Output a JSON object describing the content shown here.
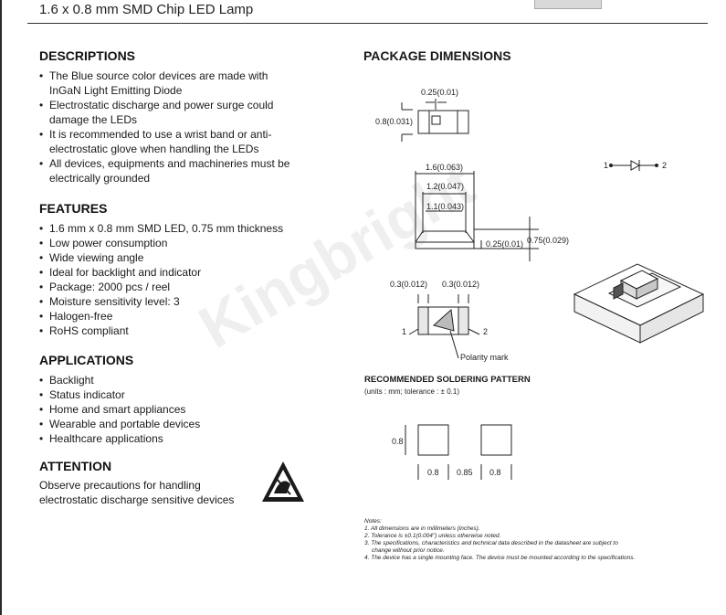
{
  "header": {
    "title": "1.6 x 0.8 mm SMD Chip LED Lamp"
  },
  "descriptions": {
    "heading": "DESCRIPTIONS",
    "items": [
      "The Blue source color devices are made with InGaN Light Emitting Diode",
      "Electrostatic discharge and power surge could damage the LEDs",
      "It is recommended to use a wrist band or anti-electrostatic glove when handling the LEDs",
      "All devices, equipments and machineries must be electrically grounded"
    ]
  },
  "features": {
    "heading": "FEATURES",
    "items": [
      "1.6 mm x 0.8 mm SMD LED, 0.75 mm thickness",
      "Low power consumption",
      "Wide viewing angle",
      "Ideal for backlight and indicator",
      "Package: 2000 pcs / reel",
      "Moisture sensitivity level: 3",
      "Halogen-free",
      "RoHS compliant"
    ]
  },
  "applications": {
    "heading": "APPLICATIONS",
    "items": [
      "Backlight",
      "Status indicator",
      "Home and smart appliances",
      "Wearable and portable devices",
      "Healthcare applications"
    ]
  },
  "attention": {
    "heading": "ATTENTION",
    "text": "Observe precautions for handling electrostatic discharge sensitive devices"
  },
  "package": {
    "heading": "PACKAGE DIMENSIONS",
    "labels": {
      "top_width": "0.25(0.01)",
      "top_height": "0.8(0.031)",
      "length": "1.6(0.063)",
      "lens_width": "1.2(0.047)",
      "lens_inner": "1.1(0.043)",
      "pad_height": "0.25(0.01)",
      "total_height": "0.75(0.029)",
      "pad_left": "0.3(0.012)",
      "pad_right": "0.3(0.012)",
      "pin1": "1",
      "pin2": "2",
      "polarity": "Polarity mark",
      "sym_pin1": "1",
      "sym_pin2": "2"
    }
  },
  "soldering": {
    "title": "RECOMMENDED SOLDERING PATTERN",
    "subtitle": "(units : mm; tolerance : ± 0.1)",
    "dims": {
      "height": "0.8",
      "pad_a": "0.8",
      "gap": "0.85",
      "pad_b": "0.8"
    }
  },
  "notes": {
    "heading": "Notes:",
    "lines": [
      "1. All dimensions are in millimeters (inches).",
      "2. Tolerance is ±0.1(0.004\") unless otherwise noted.",
      "3. The specifications, characteristics and technical data described in the datasheet are subject to",
      "change without prior notice.",
      "4. The device has a single mounting face. The device must be mounted according to the specifications."
    ]
  },
  "watermark": "Kingbright",
  "icons": {
    "esd": "esd-warning-icon",
    "diode": "diode-symbol-icon"
  },
  "colors": {
    "text": "#1a1a1a",
    "rule": "#333333"
  }
}
